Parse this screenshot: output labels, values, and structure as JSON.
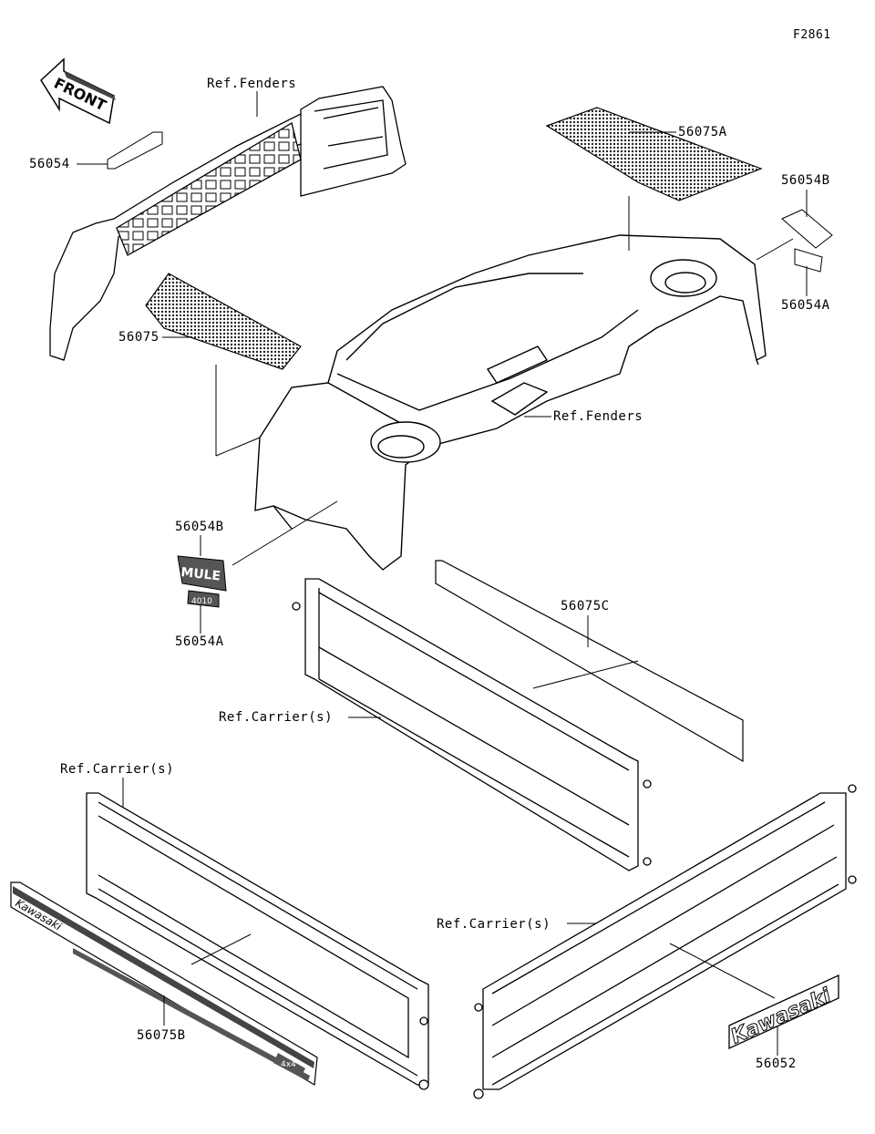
{
  "figure_code": "F2861",
  "front_arrow": {
    "text": "FRONT"
  },
  "labels": {
    "ref_fenders_top": "Ref.Fenders",
    "ref_fenders_mid": "Ref.Fenders",
    "ref_carrier_mid": "Ref.Carrier(s)",
    "ref_carrier_left": "Ref.Carrier(s)",
    "ref_carrier_right": "Ref.Carrier(s)",
    "p56054": "56054",
    "p56075": "56075",
    "p56075A": "56075A",
    "p56054B_right": "56054B",
    "p56054A_right": "56054A",
    "p56054B_left": "56054B",
    "p56054A_left": "56054A",
    "p56075C": "56075C",
    "p56075B": "56075B",
    "p56052": "56052"
  },
  "decals": {
    "mule_logo": "MULE",
    "mule_sub": "4010",
    "kawasaki_gate": "Kawasaki",
    "kawasaki_badge": "Kawasaki",
    "gate_badge": "4x4"
  },
  "colors": {
    "line": "#000000",
    "decal_fill": "#555555",
    "background": "#ffffff"
  }
}
